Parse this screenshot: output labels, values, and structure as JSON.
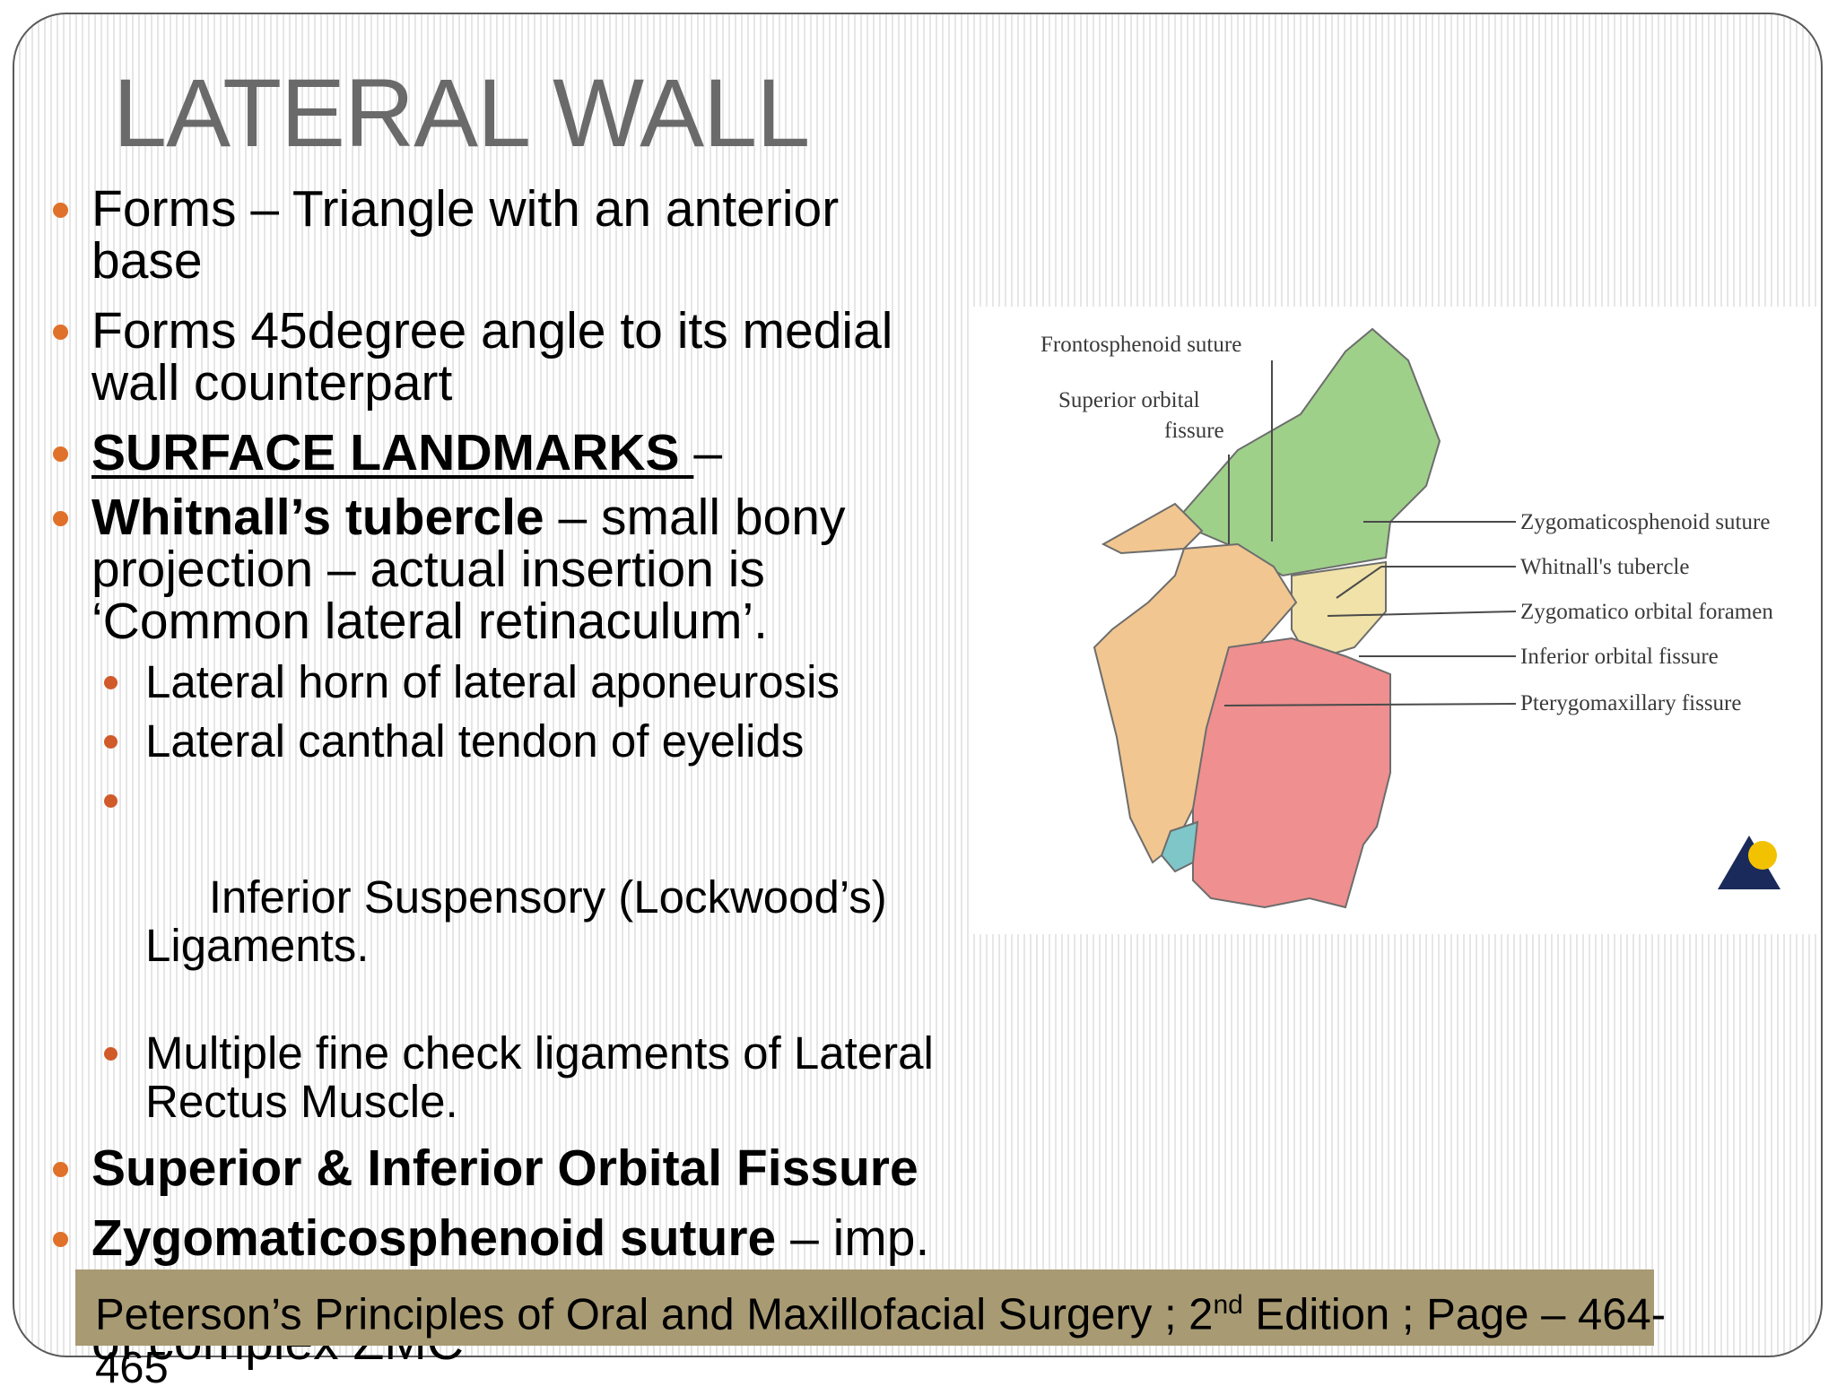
{
  "slide": {
    "title": "LATERAL WALL",
    "bullets": [
      {
        "text": "Forms – Triangle with an anterior base"
      },
      {
        "text": "Forms 45degree angle to its medial wall counterpart"
      },
      {
        "bold": "SURFACE LANDMARKS ",
        "text": "–"
      },
      {
        "bold": "Whitnall’s tubercle",
        "text": " – small bony projection – actual insertion is ‘Common lateral retinaculum’."
      },
      {
        "bold": "Superior & Inferior Orbital Fissure"
      },
      {
        "bold": "Zygomaticosphenoid suture",
        "text": " – imp. Landmark to verify proper reduction of complex ZMC"
      }
    ],
    "sub_bullets": [
      "Lateral horn of lateral aponeurosis",
      "Lateral canthal tendon of eyelids",
      " Inferior Suspensory (Lockwood’s) Ligaments.",
      "Multiple fine check ligaments of Lateral Rectus Muscle."
    ]
  },
  "figure": {
    "labels": {
      "frontosphenoid": "Frontosphenoid suture",
      "superior_orbital_1": "Superior orbital",
      "superior_orbital_2": "fissure",
      "zygomaticosphenoid": "Zygomaticosphenoid suture",
      "whitnall": "Whitnall's tubercle",
      "zygomatico_orbital": "Zygomatico orbital foramen",
      "inferior_orbital": "Inferior orbital fissure",
      "pterygomaxillary": "Pterygomaxillary fissure"
    },
    "colors": {
      "frontal": "#9fd08a",
      "zygomatic_light": "#f0e2a8",
      "sphenoid": "#f1c690",
      "maxilla": "#ef8f8f",
      "palatine": "#7fc6c8"
    }
  },
  "footer": {
    "citation_main": "Peterson’s Principles of Oral and Maxillofacial Surgery ; 2",
    "citation_sup": "nd",
    "citation_tail": " Edition ; Page – 464- 465"
  }
}
